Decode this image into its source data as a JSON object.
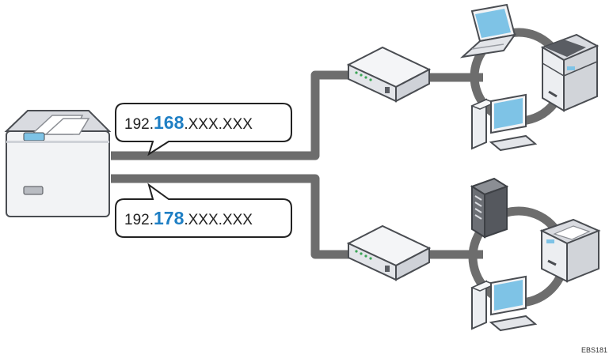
{
  "network_a": {
    "ip_prefix": "192.",
    "ip_segment": "168",
    "ip_suffix": ".XXX.XXX"
  },
  "network_b": {
    "ip_prefix": "192.",
    "ip_segment": "178",
    "ip_suffix": ".XXX.XXX"
  },
  "figure_code": "EBS181",
  "colors": {
    "cable": "#6d6d6d",
    "highlight": "#1f7fc4",
    "screen": "#7ec3e6",
    "device_body": "#ecedf0",
    "device_dark": "#5a5d63"
  }
}
